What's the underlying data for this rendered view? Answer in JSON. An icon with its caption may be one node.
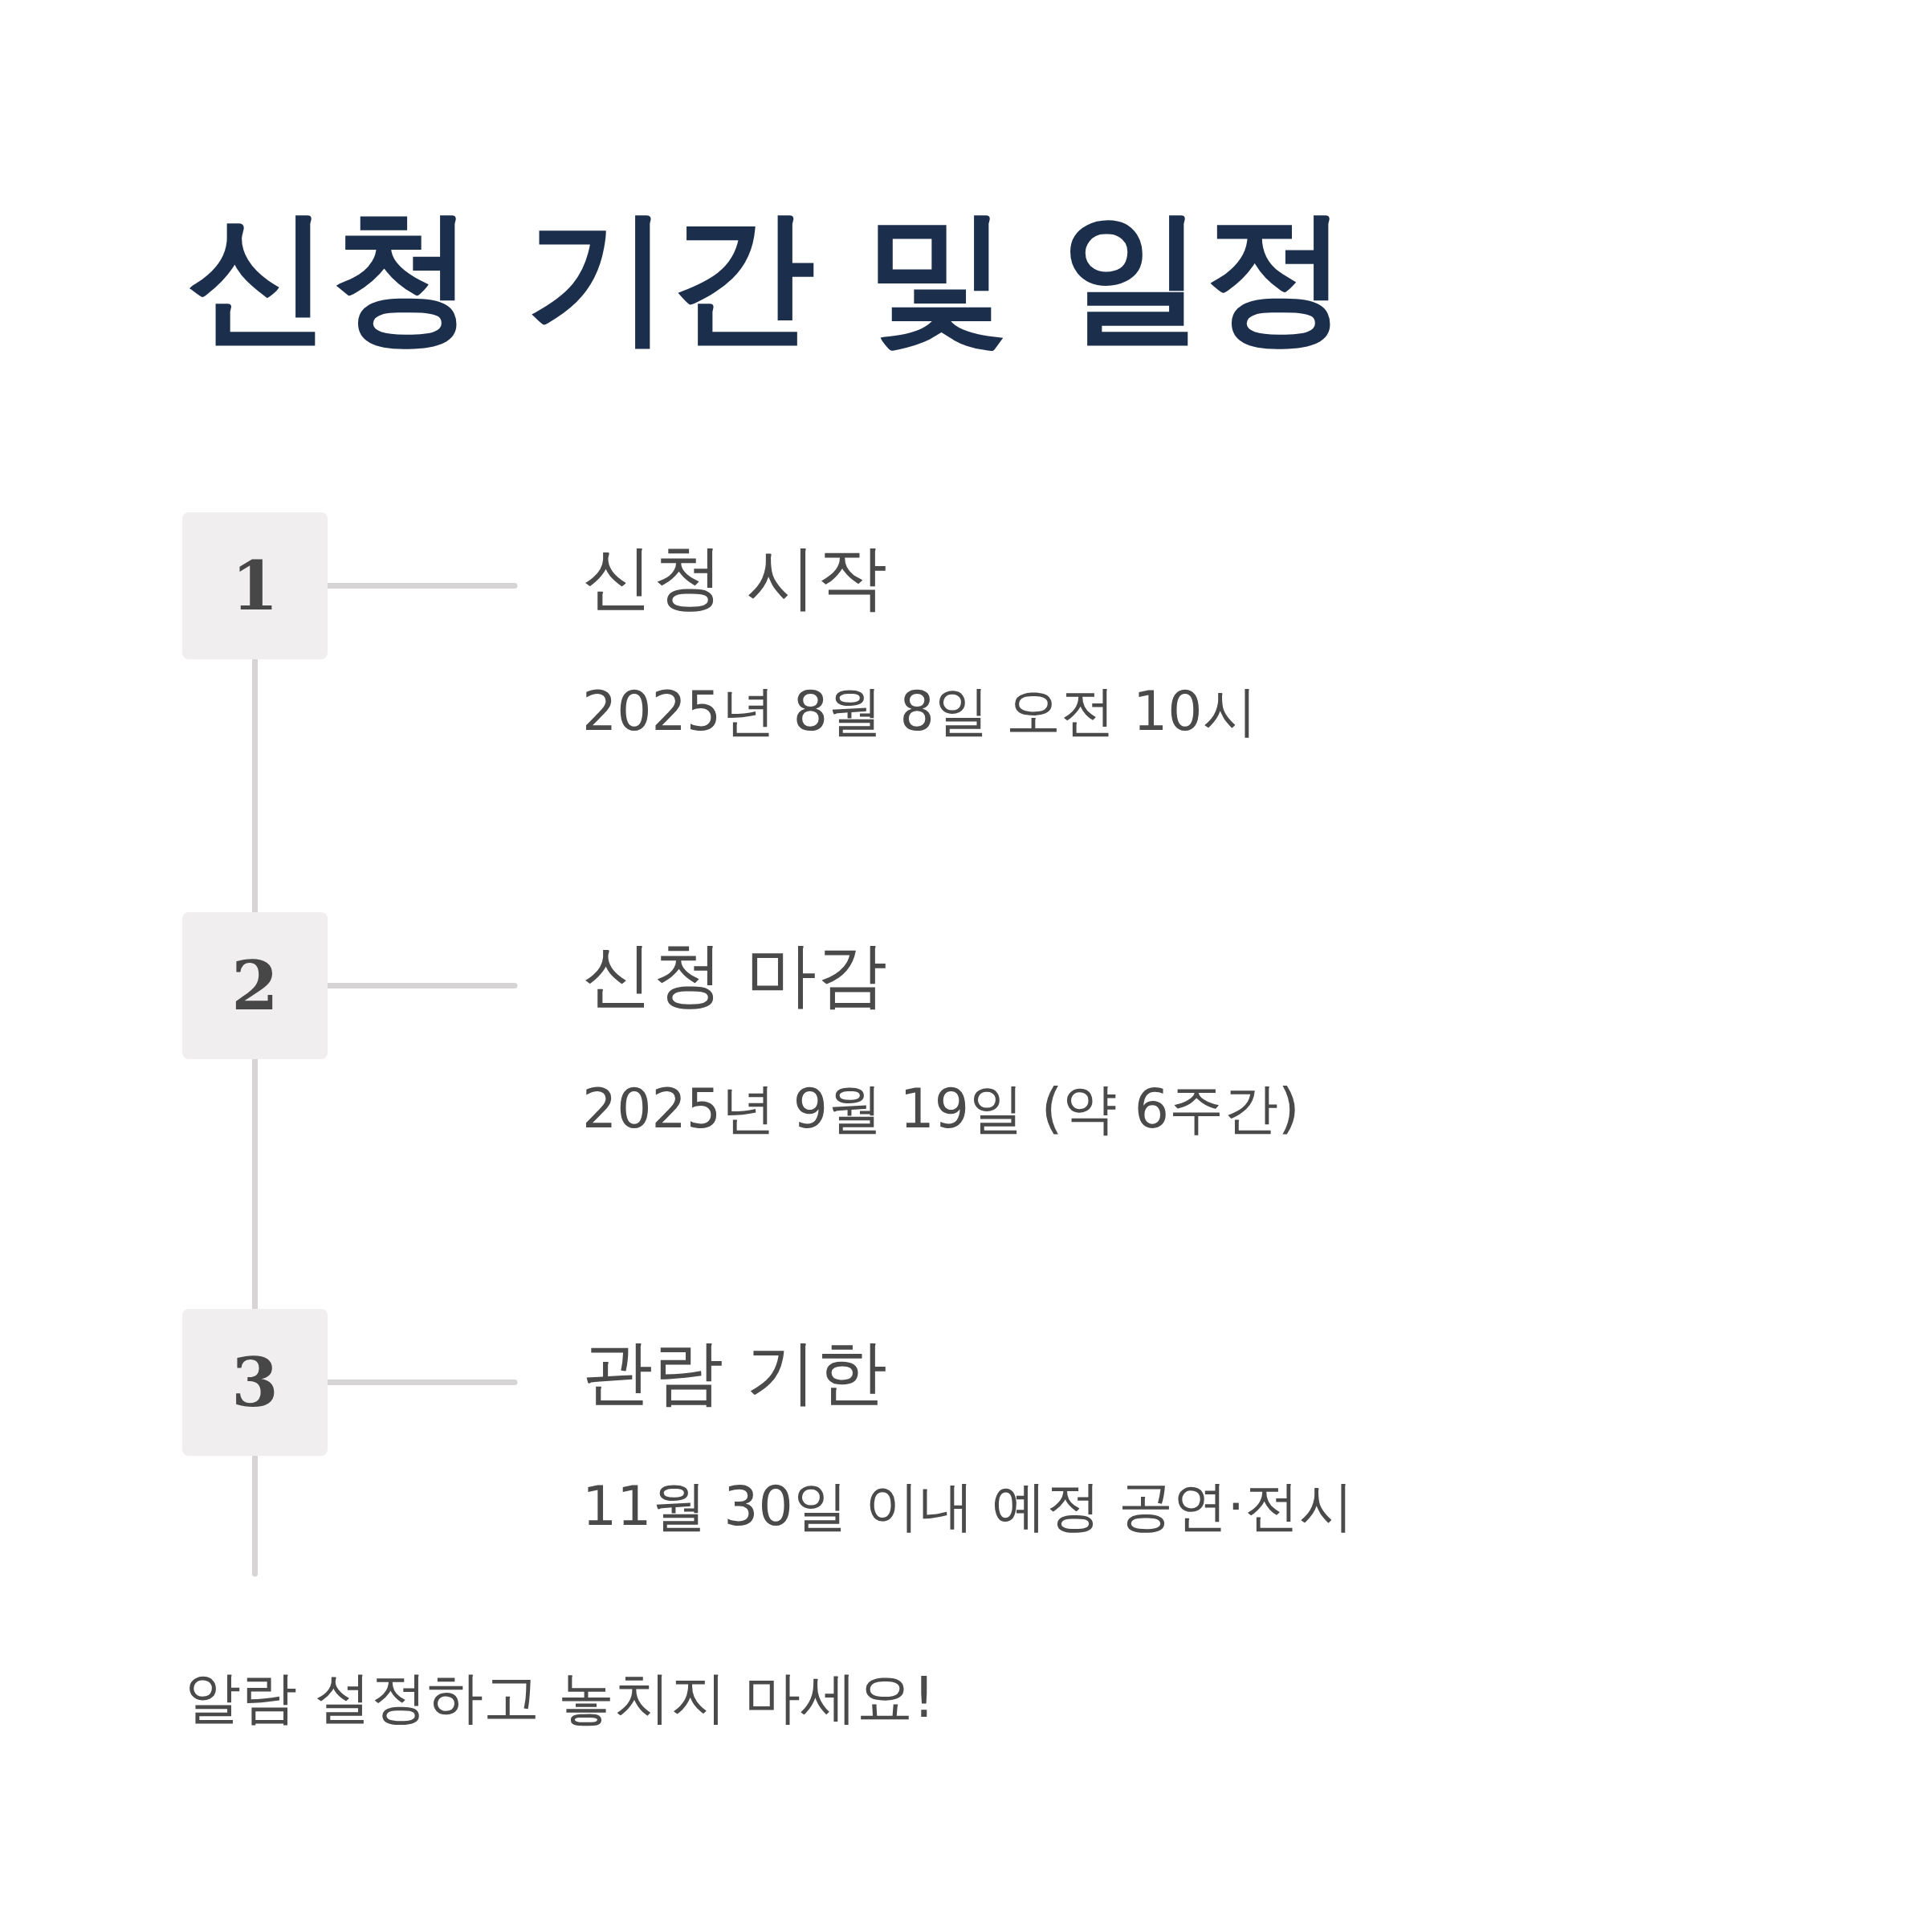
{
  "diagram": {
    "title": "신청 기간 및 일정",
    "nodes": [
      {
        "text": [
          "1"
        ]
      },
      {
        "text": [
          "신청 시작",
          "2025년 8월 8일 오전 10시"
        ]
      },
      {
        "text": [
          "2"
        ]
      },
      {
        "text": [
          "신청 마감",
          "2025년 9월 19일 (약 6주간)"
        ]
      },
      {
        "text": [
          "3"
        ]
      },
      {
        "text": [
          "관람 기한",
          "11월 30일 이내 예정 공연·전시"
        ]
      }
    ],
    "edges": [
      {
        "from": 0,
        "to": 1,
        "arrow": "none"
      },
      {
        "from": 0,
        "to": 2,
        "arrow": "none"
      },
      {
        "from": 2,
        "to": 3,
        "arrow": "none"
      },
      {
        "from": 2,
        "to": 4,
        "arrow": "none"
      },
      {
        "from": 4,
        "to": 5,
        "arrow": "none"
      },
      {
        "from": 4,
        "to": null,
        "arrow": "none"
      }
    ],
    "labels": [
      "알람 설정하고 놓치지 마세요!"
    ]
  }
}
